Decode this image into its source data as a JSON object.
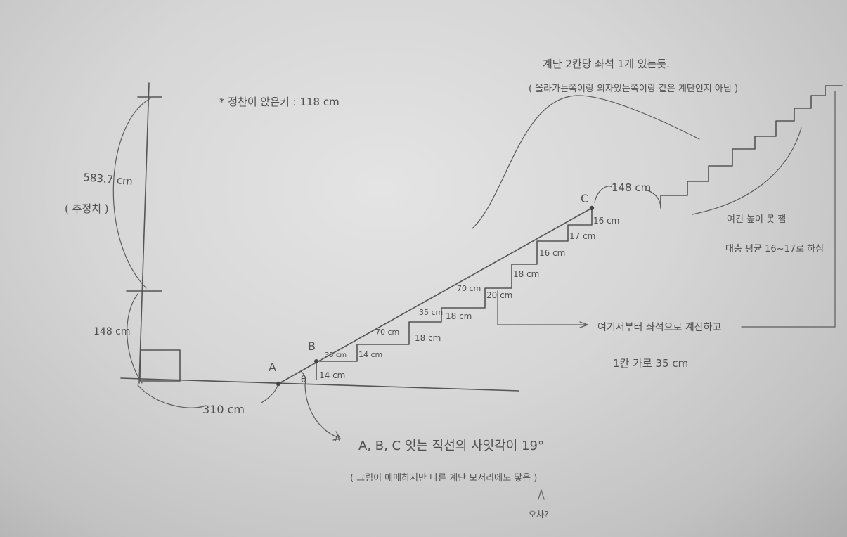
{
  "title_note": "* 정찬이 앉은키 : 118 cm",
  "vertical": {
    "height_label": "583.7 cm",
    "height_note": "( 추정치 )",
    "lower_label": "148 cm"
  },
  "ground_label": "310 cm",
  "points": {
    "a": "A",
    "b": "B",
    "c": "C"
  },
  "angle_symbol": "θ",
  "steps": {
    "run_labels": [
      "35 cm",
      "70 cm",
      "35 cm",
      "70 cm"
    ],
    "rise_labels": [
      "14 cm",
      "14 cm",
      "18 cm",
      "18 cm",
      "20 cm",
      "18 cm",
      "16 cm",
      "17 cm",
      "16 cm"
    ]
  },
  "landing_label": "148 cm",
  "top_note": {
    "line1": "계단 2칸당 좌석 1개 있는듯.",
    "line2": "( 올라가는쪽이랑 의자있는쪽이랑 같은 계단인지 아님 )"
  },
  "right_note": {
    "line1": "여긴 높이 못 잼",
    "line2": "대충 평균 16~17로 하심"
  },
  "bracket_note": "여기서부터 좌석으로 계산하고",
  "step_width_note": "1칸 가로 35 cm",
  "angle_note": {
    "line1": "A, B, C 잇는 직선의 사잇각이 19°",
    "line2": "( 그림이 애매하지만 다른 계단 모서리에도 닿음 )",
    "line3": "오차?"
  },
  "colors": {
    "ink": "#555555",
    "paper": "#dcdcdc"
  }
}
